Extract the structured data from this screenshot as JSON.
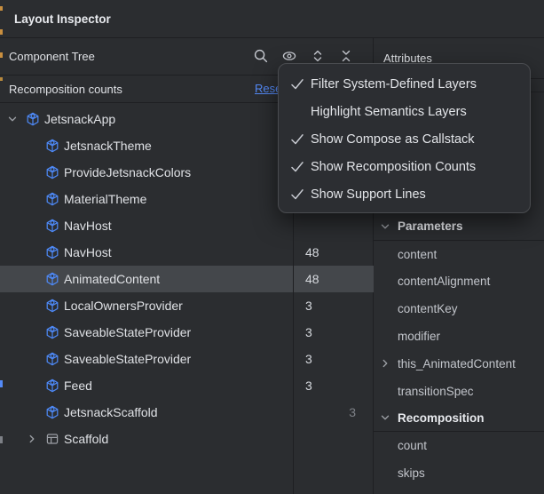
{
  "window": {
    "title": "Layout Inspector"
  },
  "component_tree": {
    "title": "Component Tree",
    "toolbar_icons": [
      "search-icon",
      "view-options-eye-icon",
      "expand-all-icon",
      "collapse-all-icon"
    ],
    "banner": {
      "label": "Recomposition counts",
      "reset_label": "Reset"
    },
    "rows": [
      {
        "label": "JetsnackApp",
        "icon": "compose-node-icon",
        "chevron": "chevron-down-icon",
        "level": 0,
        "count": "",
        "skips": "",
        "selected": false
      },
      {
        "label": "JetsnackTheme",
        "icon": "compose-node-icon",
        "chevron": null,
        "level": 1,
        "count": "",
        "skips": "",
        "selected": false
      },
      {
        "label": "ProvideJetsnackColors",
        "icon": "compose-node-icon",
        "chevron": null,
        "level": 1,
        "count": "",
        "skips": "",
        "selected": false
      },
      {
        "label": "MaterialTheme",
        "icon": "compose-node-icon",
        "chevron": null,
        "level": 1,
        "count": "",
        "skips": "",
        "selected": false
      },
      {
        "label": "NavHost",
        "icon": "compose-node-icon",
        "chevron": null,
        "level": 1,
        "count": "",
        "skips": "",
        "selected": false
      },
      {
        "label": "NavHost",
        "icon": "compose-node-icon",
        "chevron": null,
        "level": 1,
        "count": "48",
        "skips": "",
        "selected": false
      },
      {
        "label": "AnimatedContent",
        "icon": "compose-node-icon",
        "chevron": null,
        "level": 1,
        "count": "48",
        "skips": "",
        "selected": true
      },
      {
        "label": "LocalOwnersProvider",
        "icon": "compose-node-icon",
        "chevron": null,
        "level": 1,
        "count": "3",
        "skips": "",
        "selected": false
      },
      {
        "label": "SaveableStateProvider",
        "icon": "compose-node-icon",
        "chevron": null,
        "level": 1,
        "count": "3",
        "skips": "",
        "selected": false
      },
      {
        "label": "SaveableStateProvider",
        "icon": "compose-node-icon",
        "chevron": null,
        "level": 1,
        "count": "3",
        "skips": "",
        "selected": false
      },
      {
        "label": "Feed",
        "icon": "compose-node-icon",
        "chevron": null,
        "level": 1,
        "count": "3",
        "skips": "",
        "selected": false
      },
      {
        "label": "JetsnackScaffold",
        "icon": "compose-node-icon",
        "chevron": null,
        "level": 1,
        "count": "",
        "skips": "3",
        "selected": false
      },
      {
        "label": "Scaffold",
        "icon": "scaffold-icon",
        "chevron": "chevron-right-icon",
        "level": 1,
        "count": "",
        "skips": "",
        "selected": false
      }
    ]
  },
  "view_options_menu": {
    "items": [
      {
        "label": "Filter System-Defined Layers",
        "checked": true
      },
      {
        "label": "Highlight Semantics Layers",
        "checked": false
      },
      {
        "label": "Show Compose as Callstack",
        "checked": true
      },
      {
        "label": "Show Recomposition Counts",
        "checked": true
      },
      {
        "label": "Show Support Lines",
        "checked": true
      }
    ]
  },
  "attributes": {
    "title": "Attributes",
    "sections": [
      {
        "title": "Parameters",
        "chevron": "chevron-down-icon",
        "items": [
          {
            "label": "content",
            "chevron": null
          },
          {
            "label": "contentAlignment",
            "chevron": null
          },
          {
            "label": "contentKey",
            "chevron": null
          },
          {
            "label": "modifier",
            "chevron": null
          },
          {
            "label": "this_AnimatedContent",
            "chevron": "chevron-right-icon"
          },
          {
            "label": "transitionSpec",
            "chevron": null
          }
        ]
      },
      {
        "title": "Recomposition",
        "chevron": "chevron-down-icon",
        "items": [
          {
            "label": "count",
            "chevron": null
          },
          {
            "label": "skips",
            "chevron": null
          }
        ]
      }
    ]
  },
  "colors": {
    "background": "#2b2d30",
    "divider": "#1e1f22",
    "selection": "#44474b",
    "text": "#dfe1e5",
    "secondary_text": "#c2c5cb",
    "accent_blue": "#548af7",
    "icon_gray": "#9da0a6",
    "menu_background": "#2c2e32",
    "menu_border": "#4a4c50",
    "skips_text": "#7d8086"
  }
}
